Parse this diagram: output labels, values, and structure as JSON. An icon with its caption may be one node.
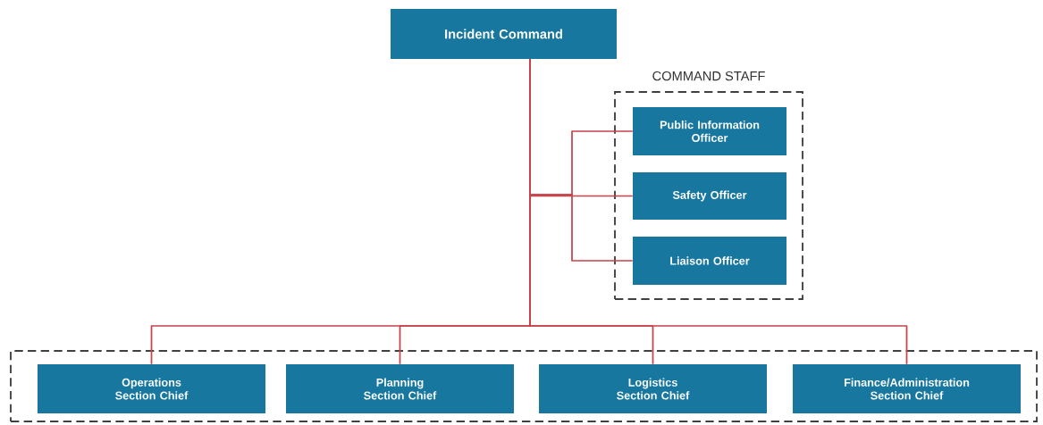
{
  "diagram": {
    "nodes": [
      {
        "text": [
          "Incident Command"
        ]
      },
      {
        "text": [
          "COMMAND STAFF"
        ]
      },
      {
        "text": [
          "Public Information Officer"
        ],
        "in": 1
      },
      {
        "text": [
          "Safety Officer"
        ],
        "in": 1
      },
      {
        "text": [
          "Liaison Officer"
        ],
        "in": 1
      },
      {
        "text": [],
        "shape": "box"
      },
      {
        "text": [
          "Operations Section Chief"
        ],
        "in": 5
      },
      {
        "text": [
          "Planning Section Chief"
        ],
        "in": 5
      },
      {
        "text": [
          "Logistics Section Chief"
        ],
        "in": 5
      },
      {
        "text": [
          "Finance/Administration Section Chief"
        ],
        "in": 5
      }
    ],
    "edges": [
      {
        "from": 0,
        "to": 2,
        "arrow": "none"
      },
      {
        "from": 0,
        "to": 3,
        "arrow": "none"
      },
      {
        "from": 0,
        "to": 4,
        "arrow": "none"
      },
      {
        "from": 0,
        "to": 6,
        "arrow": "none"
      },
      {
        "from": 0,
        "to": 7,
        "arrow": "none"
      },
      {
        "from": 0,
        "to": 8,
        "arrow": "none"
      },
      {
        "from": 0,
        "to": 9,
        "arrow": "none"
      }
    ]
  }
}
